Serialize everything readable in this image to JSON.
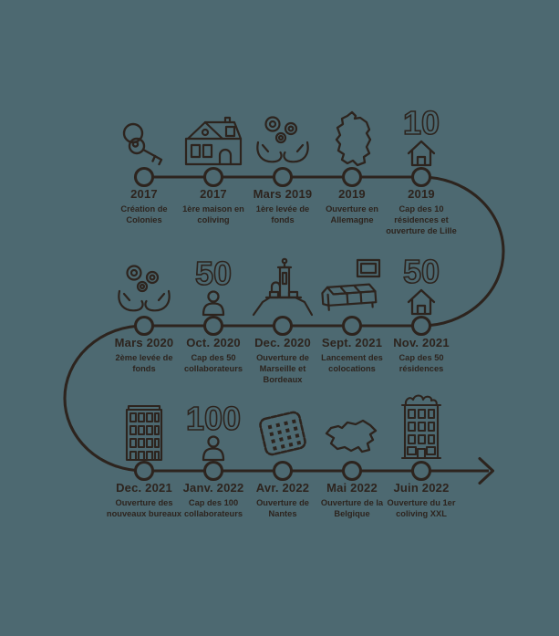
{
  "page": {
    "background_color": "#4d6971",
    "ink_color": "#2d241e",
    "type_label": "company-history-timeline"
  },
  "timeline": {
    "rows": [
      {
        "milestones": [
          {
            "icon": "keys-icon",
            "date": "2017",
            "description": "Création de Colonies"
          },
          {
            "icon": "coliving-house-icon",
            "date": "2017",
            "description": "1ère maison en coliving"
          },
          {
            "icon": "hands-coins-icon",
            "date": "Mars 2019",
            "description": "1ère levée de fonds"
          },
          {
            "icon": "germany-map-icon",
            "date": "2019",
            "description": "Ouverture en Allemagne"
          },
          {
            "icon": "count-house-icon",
            "count": "10",
            "date": "2019",
            "description": "Cap des 10 résidences et ouverture de Lille"
          }
        ]
      },
      {
        "milestones": [
          {
            "icon": "hands-coins-icon",
            "date": "Mars 2020",
            "description": "2ème levée de fonds"
          },
          {
            "icon": "count-person-icon",
            "count": "50",
            "date": "Oct. 2020",
            "description": "Cap des 50 collaborateurs"
          },
          {
            "icon": "marseille-basilica-icon",
            "date": "Dec. 2020",
            "description": "Ouverture de Marseille et Bordeaux"
          },
          {
            "icon": "sofa-frame-icon",
            "date": "Sept. 2021",
            "description": "Lancement des colocations"
          },
          {
            "icon": "count-house-icon",
            "count": "50",
            "date": "Nov. 2021",
            "description": "Cap des 50 résidences"
          }
        ]
      },
      {
        "milestones": [
          {
            "icon": "office-building-icon",
            "date": "Dec. 2021",
            "description": "Ouverture des nouveaux bureaux"
          },
          {
            "icon": "count-person-icon",
            "count": "100",
            "date": "Janv. 2022",
            "description": "Cap des 100 collaborateurs"
          },
          {
            "icon": "biscuit-icon",
            "date": "Avr. 2022",
            "description": "Ouverture de Nantes"
          },
          {
            "icon": "belgium-map-icon",
            "date": "Mai 2022",
            "description": "Ouverture de la Belgique"
          },
          {
            "icon": "coliving-xxl-building-icon",
            "date": "Juin 2022",
            "description": "Ouverture du 1er coliving XXL"
          }
        ]
      }
    ]
  }
}
